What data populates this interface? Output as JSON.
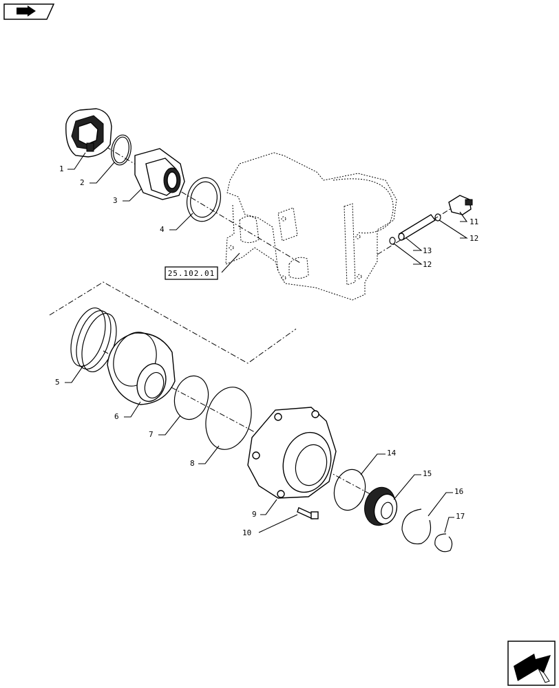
{
  "callouts": [
    {
      "id": "c1",
      "text": "1"
    },
    {
      "id": "c2",
      "text": "2"
    },
    {
      "id": "c3",
      "text": "3"
    },
    {
      "id": "c4",
      "text": "4"
    },
    {
      "id": "c5",
      "text": "5"
    },
    {
      "id": "c6",
      "text": "6"
    },
    {
      "id": "c7",
      "text": "7"
    },
    {
      "id": "c8",
      "text": "8"
    },
    {
      "id": "c9",
      "text": "9"
    },
    {
      "id": "c10",
      "text": "10"
    },
    {
      "id": "c11",
      "text": "11"
    },
    {
      "id": "c12a",
      "text": "12"
    },
    {
      "id": "c12b",
      "text": "12"
    },
    {
      "id": "c13",
      "text": "13"
    },
    {
      "id": "c14",
      "text": "14"
    },
    {
      "id": "c15",
      "text": "15"
    },
    {
      "id": "c16",
      "text": "16"
    },
    {
      "id": "c17",
      "text": "17"
    }
  ],
  "reference_box": {
    "text": "25.102.01"
  },
  "icons": {
    "top_left": "back-arrow-book-icon",
    "bottom_right": "next-page-arrow-icon"
  }
}
